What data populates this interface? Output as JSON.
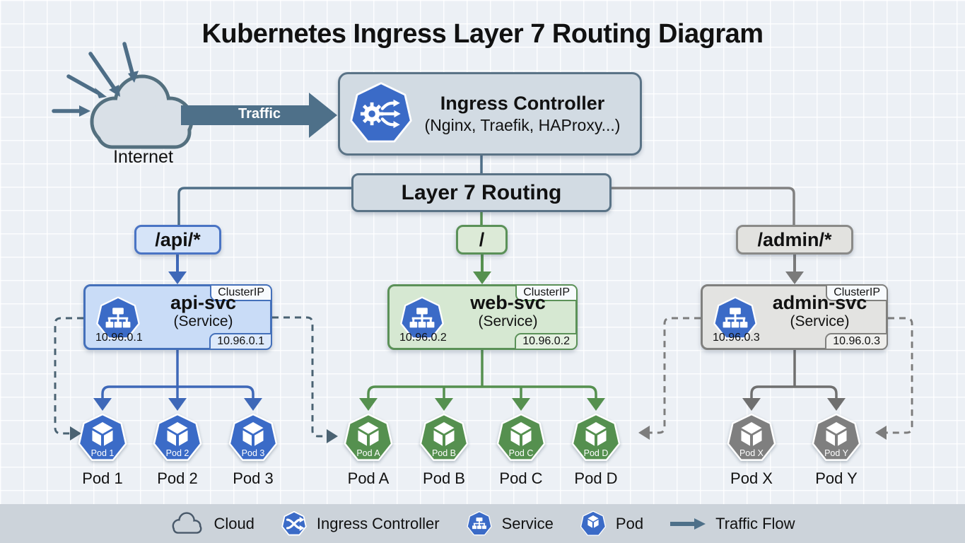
{
  "title": "Kubernetes Ingress Layer 7 Routing Diagram",
  "internet": {
    "label": "Internet"
  },
  "traffic": {
    "label": "Traffic"
  },
  "ingress": {
    "title": "Ingress Controller",
    "subtitle": "(Nginx, Traefik, HAProxy...)"
  },
  "routing": {
    "label": "Layer 7 Routing"
  },
  "routes": [
    {
      "path": "/api/*"
    },
    {
      "path": "/"
    },
    {
      "path": "/admin/*"
    }
  ],
  "services": [
    {
      "name": "api-svc",
      "kind": "(Service)",
      "badge": "ClusterIP",
      "ip": "10.96.0.1",
      "pods": [
        "Pod 1",
        "Pod 2",
        "Pod 3"
      ]
    },
    {
      "name": "web-svc",
      "kind": "(Service)",
      "badge": "ClusterIP",
      "ip": "10.96.0.2",
      "pods": [
        "Pod A",
        "Pod B",
        "Pod C",
        "Pod D"
      ]
    },
    {
      "name": "admin-svc",
      "kind": "(Service)",
      "badge": "ClusterIP",
      "ip": "10.96.0.3",
      "pods": [
        "Pod X",
        "Pod Y"
      ]
    }
  ],
  "legend": {
    "items": [
      {
        "icon": "cloud-icon",
        "label": "Cloud"
      },
      {
        "icon": "ingress-controller-icon",
        "label": "Ingress Controller"
      },
      {
        "icon": "service-icon",
        "label": "Service"
      },
      {
        "icon": "pod-icon",
        "label": "Pod"
      },
      {
        "icon": "traffic-flow-arrow-icon",
        "label": "Traffic Flow"
      }
    ]
  },
  "colors": {
    "slate": "#4e6e87",
    "blue": "#3e68b8",
    "green": "#55904f",
    "gray": "#7d7d7d",
    "kubernetes_blue": "#3b6bc7",
    "background": "#ecf0f5",
    "legend_bar": "#ccd3da"
  }
}
